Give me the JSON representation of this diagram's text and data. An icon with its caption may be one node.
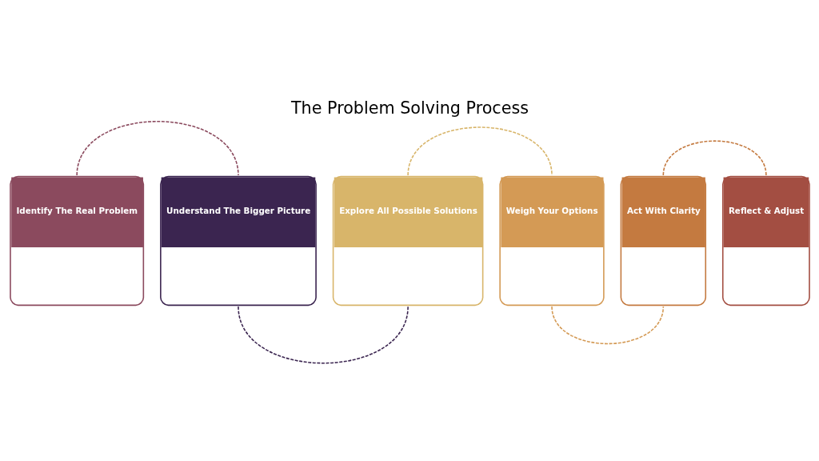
{
  "diagram": {
    "title": "The Problem Solving Process",
    "nodes": [
      {
        "text": [
          "Identify The Real Problem"
        ]
      },
      {
        "text": [
          "Understand The Bigger Picture"
        ]
      },
      {
        "text": [
          "Explore All Possible Solutions"
        ]
      },
      {
        "text": [
          "Weigh Your Options"
        ]
      },
      {
        "text": [
          "Act With Clarity"
        ]
      },
      {
        "text": [
          "Reflect & Adjust"
        ]
      }
    ],
    "edges": [
      {
        "from": 0,
        "to": 1,
        "arrow": "none",
        "style": "dashed",
        "color": "#8b4a5e"
      },
      {
        "from": 1,
        "to": 2,
        "arrow": "none",
        "style": "dashed",
        "color": "#3b2550"
      },
      {
        "from": 2,
        "to": 3,
        "arrow": "none",
        "style": "dashed",
        "color": "#d8b56a"
      },
      {
        "from": 3,
        "to": 4,
        "arrow": "none",
        "style": "dashed",
        "color": "#d49a55"
      },
      {
        "from": 4,
        "to": 5,
        "arrow": "none",
        "style": "dashed",
        "color": "#c47a40"
      }
    ]
  }
}
